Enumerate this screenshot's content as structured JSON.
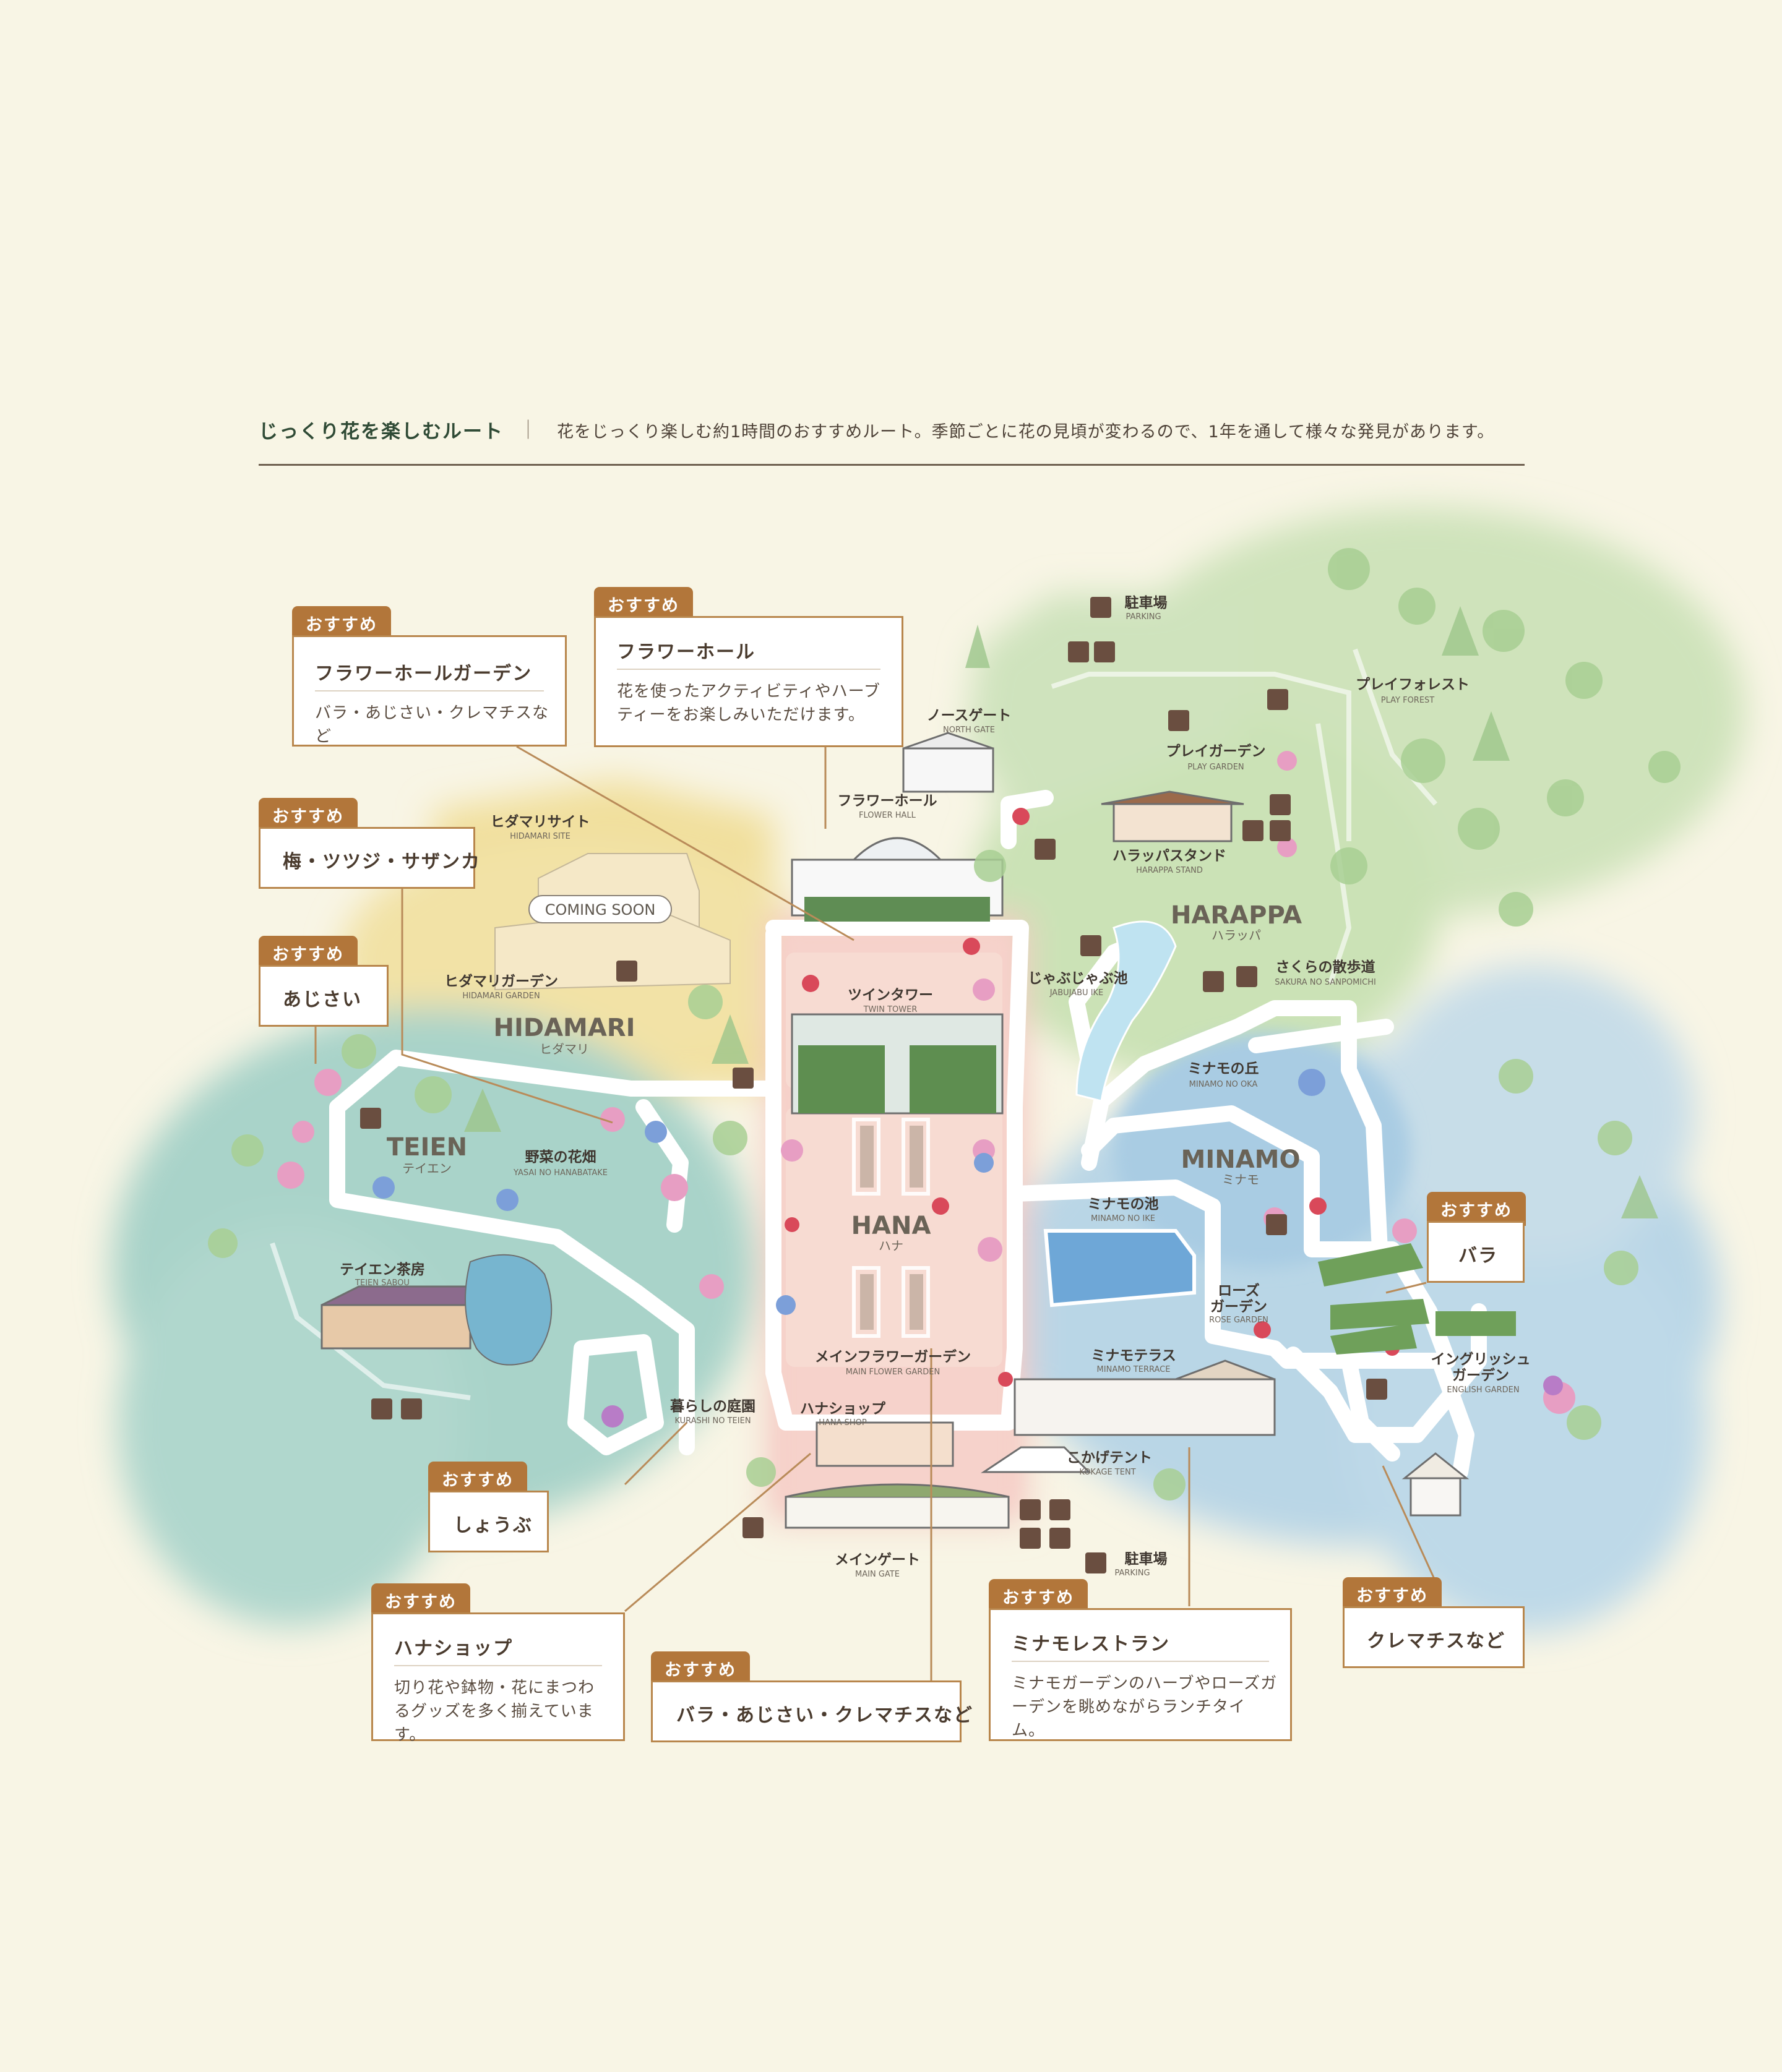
{
  "header": {
    "title": "じっくり花を楽しむルート",
    "separator": "｜",
    "description": "花をじっくり楽しむ約1時間のおすすめルート。季節ごとに花の見頃が変わるので、1年を通して様々な発見があります。"
  },
  "badge": "おすすめ",
  "callouts": [
    {
      "title": "フラワーホールガーデン",
      "desc": "バラ・あじさい・クレマチスなど"
    },
    {
      "title": "フラワーホール",
      "desc": "花を使ったアクティビティやハーブティーをお楽しみいただけます。"
    },
    {
      "title": "梅・ツツジ・サザンカ"
    },
    {
      "title": "あじさい"
    },
    {
      "title": "バラ"
    },
    {
      "title": "しょうぶ"
    },
    {
      "title": "ハナショップ",
      "desc": "切り花や鉢物・花にまつわるグッズを多く揃えています。"
    },
    {
      "title": "バラ・あじさい・クレマチスなど"
    },
    {
      "title": "ミナモレストラン",
      "desc": "ミナモガーデンのハーブやローズガーデンを眺めながらランチタイム。"
    },
    {
      "title": "クレマチスなど"
    }
  ],
  "areas": {
    "hidamari": {
      "name": "HIDAMARI",
      "kana": "ヒダマリ"
    },
    "teien": {
      "name": "TEIEN",
      "kana": "テイエン"
    },
    "hana": {
      "name": "HANA",
      "kana": "ハナ"
    },
    "harappa": {
      "name": "HARAPPA",
      "kana": "ハラッパ"
    },
    "minamo": {
      "name": "MINAMO",
      "kana": "ミナモ"
    }
  },
  "places": {
    "parking_n": {
      "jp": "駐車場",
      "en": "PARKING"
    },
    "parking_s": {
      "jp": "駐車場",
      "en": "PARKING"
    },
    "north_gate": {
      "jp": "ノースゲート",
      "en": "NORTH GATE"
    },
    "play_forest": {
      "jp": "プレイフォレスト",
      "en": "PLAY FOREST"
    },
    "play_garden": {
      "jp": "プレイガーデン",
      "en": "PLAY GARDEN"
    },
    "flower_hall": {
      "jp": "フラワーホール",
      "en": "FLOWER HALL"
    },
    "hidamari_site": {
      "jp": "ヒダマリサイト",
      "en": "HIDAMARI SITE"
    },
    "harappa_stand": {
      "jp": "ハラッパスタンド",
      "en": "HARAPPA STAND"
    },
    "coming_soon": "COMING SOON",
    "hidamari_garden": {
      "jp": "ヒダマリガーデン",
      "en": "HIDAMARI GARDEN"
    },
    "twin_tower": {
      "jp": "ツインタワー",
      "en": "TWIN TOWER"
    },
    "jabujabu": {
      "jp": "じゃぶじゃぶ池",
      "en": "JABUJABU IKE"
    },
    "sakura": {
      "jp": "さくらの散歩道",
      "en": "SAKURA NO SANPOMICHI"
    },
    "minamo_oka": {
      "jp": "ミナモの丘",
      "en": "MINAMO NO OKA"
    },
    "yasai": {
      "jp": "野菜の花畑",
      "en": "YASAI NO HANABATAKE"
    },
    "minamo_ike": {
      "jp": "ミナモの池",
      "en": "MINAMO NO IKE"
    },
    "teien_sabou": {
      "jp": "テイエン茶房",
      "en": "TEIEN SABOU"
    },
    "rose_garden": {
      "jp": "ローズ",
      "jp2": "ガーデン",
      "en": "ROSE GARDEN"
    },
    "main_flower_garden": {
      "jp": "メインフラワーガーデン",
      "en": "MAIN FLOWER GARDEN"
    },
    "minamo_terrace": {
      "jp": "ミナモテラス",
      "en": "MINAMO TERRACE"
    },
    "english_garden": {
      "jp": "イングリッシュ",
      "jp2": "ガーデン",
      "en": "ENGLISH GARDEN"
    },
    "kurashi": {
      "jp": "暮らしの庭園",
      "en": "KURASHI NO TEIEN"
    },
    "hana_shop": {
      "jp": "ハナショップ",
      "en": "HANA SHOP"
    },
    "kokage": {
      "jp": "こかげテント",
      "en": "KOKAGE TENT"
    },
    "main_gate": {
      "jp": "メインゲート",
      "en": "MAIN GATE"
    }
  },
  "colors": {
    "background": "#f8f5e5",
    "hidamari": "#f1df9c",
    "teien": "#a9d3c9",
    "hana": "#f4cbc4",
    "harappa": "#c8e0b0",
    "minamo": "#b9d6e6",
    "route": "#ffffff",
    "badge": "#b2763a",
    "callout_border": "#b8864c"
  }
}
